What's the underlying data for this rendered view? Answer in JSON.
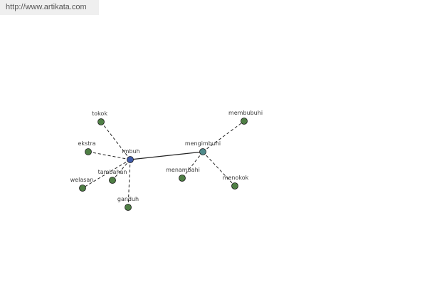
{
  "watermark": "http://www.artikata.com",
  "colors": {
    "center": "#3f5aa8",
    "secondary": "#4f8a8b",
    "leaf": "#4f7f45",
    "edge": "#222222"
  },
  "nodes": [
    {
      "id": "imbuh",
      "label": "imbuh",
      "kind": "center"
    },
    {
      "id": "mengimbuhi",
      "label": "mengimbuhi",
      "kind": "secondary"
    },
    {
      "id": "tokok",
      "label": "tokok",
      "kind": "leaf"
    },
    {
      "id": "ekstra",
      "label": "ekstra",
      "kind": "leaf"
    },
    {
      "id": "tambahan",
      "label": "tambahan",
      "kind": "leaf"
    },
    {
      "id": "welasan",
      "label": "welasan",
      "kind": "leaf"
    },
    {
      "id": "ganduh",
      "label": "ganduh",
      "kind": "leaf"
    },
    {
      "id": "membubuhi",
      "label": "membubuhi",
      "kind": "leaf"
    },
    {
      "id": "menambahi",
      "label": "menambahi",
      "kind": "leaf"
    },
    {
      "id": "menokok",
      "label": "menokok",
      "kind": "leaf"
    }
  ],
  "edges": [
    {
      "from": "imbuh",
      "to": "mengimbuhi",
      "style": "solid"
    },
    {
      "from": "imbuh",
      "to": "tokok",
      "style": "dashed"
    },
    {
      "from": "imbuh",
      "to": "ekstra",
      "style": "dashed"
    },
    {
      "from": "imbuh",
      "to": "tambahan",
      "style": "dashed"
    },
    {
      "from": "imbuh",
      "to": "welasan",
      "style": "dashed"
    },
    {
      "from": "imbuh",
      "to": "ganduh",
      "style": "dashed"
    },
    {
      "from": "mengimbuhi",
      "to": "membubuhi",
      "style": "dashed"
    },
    {
      "from": "mengimbuhi",
      "to": "menambahi",
      "style": "dashed"
    },
    {
      "from": "mengimbuhi",
      "to": "menokok",
      "style": "dashed"
    }
  ]
}
